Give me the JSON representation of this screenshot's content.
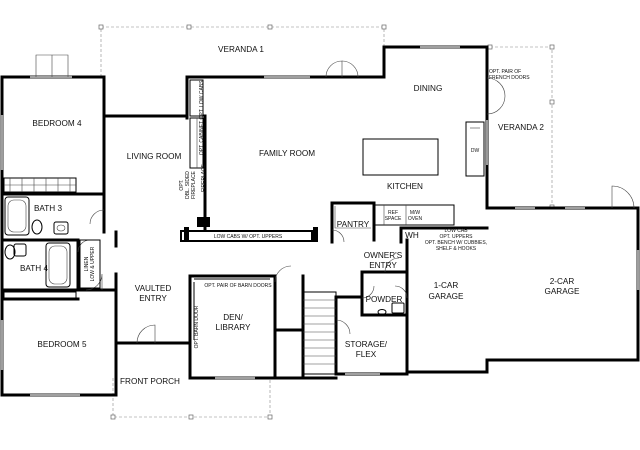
{
  "rooms": {
    "veranda1": "VERANDA 1",
    "dining": "DINING",
    "veranda2": "VERANDA 2",
    "bedroom4": "BEDROOM 4",
    "living_room": "LIVING ROOM",
    "family_room": "FAMILY ROOM",
    "kitchen": "KITCHEN",
    "bath3": "BATH 3",
    "bath4": "BATH 4",
    "pantry": "PANTRY",
    "wh": "WH",
    "owners_entry_line1": "OWNER'S",
    "owners_entry_line2": "ENTRY",
    "vaulted_entry_line1": "VAULTED",
    "vaulted_entry_line2": "ENTRY",
    "den_line1": "DEN/",
    "den_line2": "LIBRARY",
    "powder": "POWDER",
    "garage1_line1": "1-CAR",
    "garage1_line2": "GARAGE",
    "garage2_line1": "2-CAR",
    "garage2_line2": "GARAGE",
    "storage_line1": "STORAGE/",
    "storage_line2": "FLEX",
    "bedroom5": "BEDROOM 5",
    "front_porch": "FRONT PORCH"
  },
  "notes": {
    "opt_french_line1": "OPT. PAIR OF",
    "opt_french_line2": "FRENCH DOORS",
    "opt_low_cabs": "OPT. LOW CABS",
    "opt_cabinet": "OPT. CABINET",
    "opt_dbl_sided_line1": "OPT.",
    "opt_dbl_sided_line2": "DBL. SIDED",
    "opt_dbl_sided_line3": "FIREPLACE",
    "fireplace": "FIREPLACE",
    "dw": "DW",
    "low_cabs_uppers": "LOW CABS W/ OPT. UPPERS",
    "ref_space_line1": "REF",
    "ref_space_line2": "SPACE",
    "mw_oven_line1": "M/W",
    "mw_oven_line2": "OVEN",
    "low_cab_line1": "LOW CAB",
    "low_cab_line2": "OPT. UPPERS",
    "low_cab_line3": "OPT. BENCH W/ CUBBIES,",
    "low_cab_line4": "SHELF & HOOKS",
    "linen_line1": "LINEN",
    "linen_line2": "LOW & UPPER",
    "opt_barn_doors": "OPT. PAIR OF BARN DOORS",
    "opt_barn_door": "OPT. BARN DOOR"
  }
}
